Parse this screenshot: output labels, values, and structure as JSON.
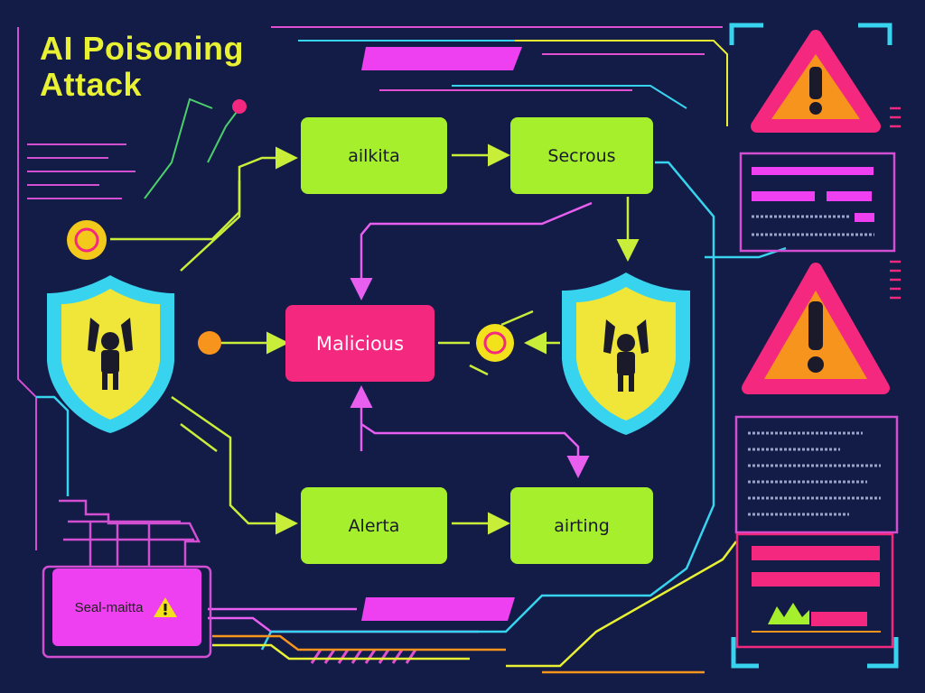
{
  "title": {
    "line1": "AI Poisoning",
    "line2": "Attack"
  },
  "nodes": {
    "top_left": "ailkita",
    "top_right": "Secrous",
    "center": "Malicious",
    "bottom_left": "Alerta",
    "bottom_right": "airting"
  },
  "status_box": {
    "label": "Seal-maitta"
  },
  "colors": {
    "background": "#131b47",
    "lime": "#a6ef2c",
    "magenta": "#f4287e",
    "pink_panel": "#ee3ff0",
    "cyan": "#38d3ee",
    "yellow": "#f0e63a",
    "orange": "#f7941e"
  },
  "icons": [
    "shield-icon",
    "robot-icon",
    "warning-icon",
    "target-icon"
  ]
}
